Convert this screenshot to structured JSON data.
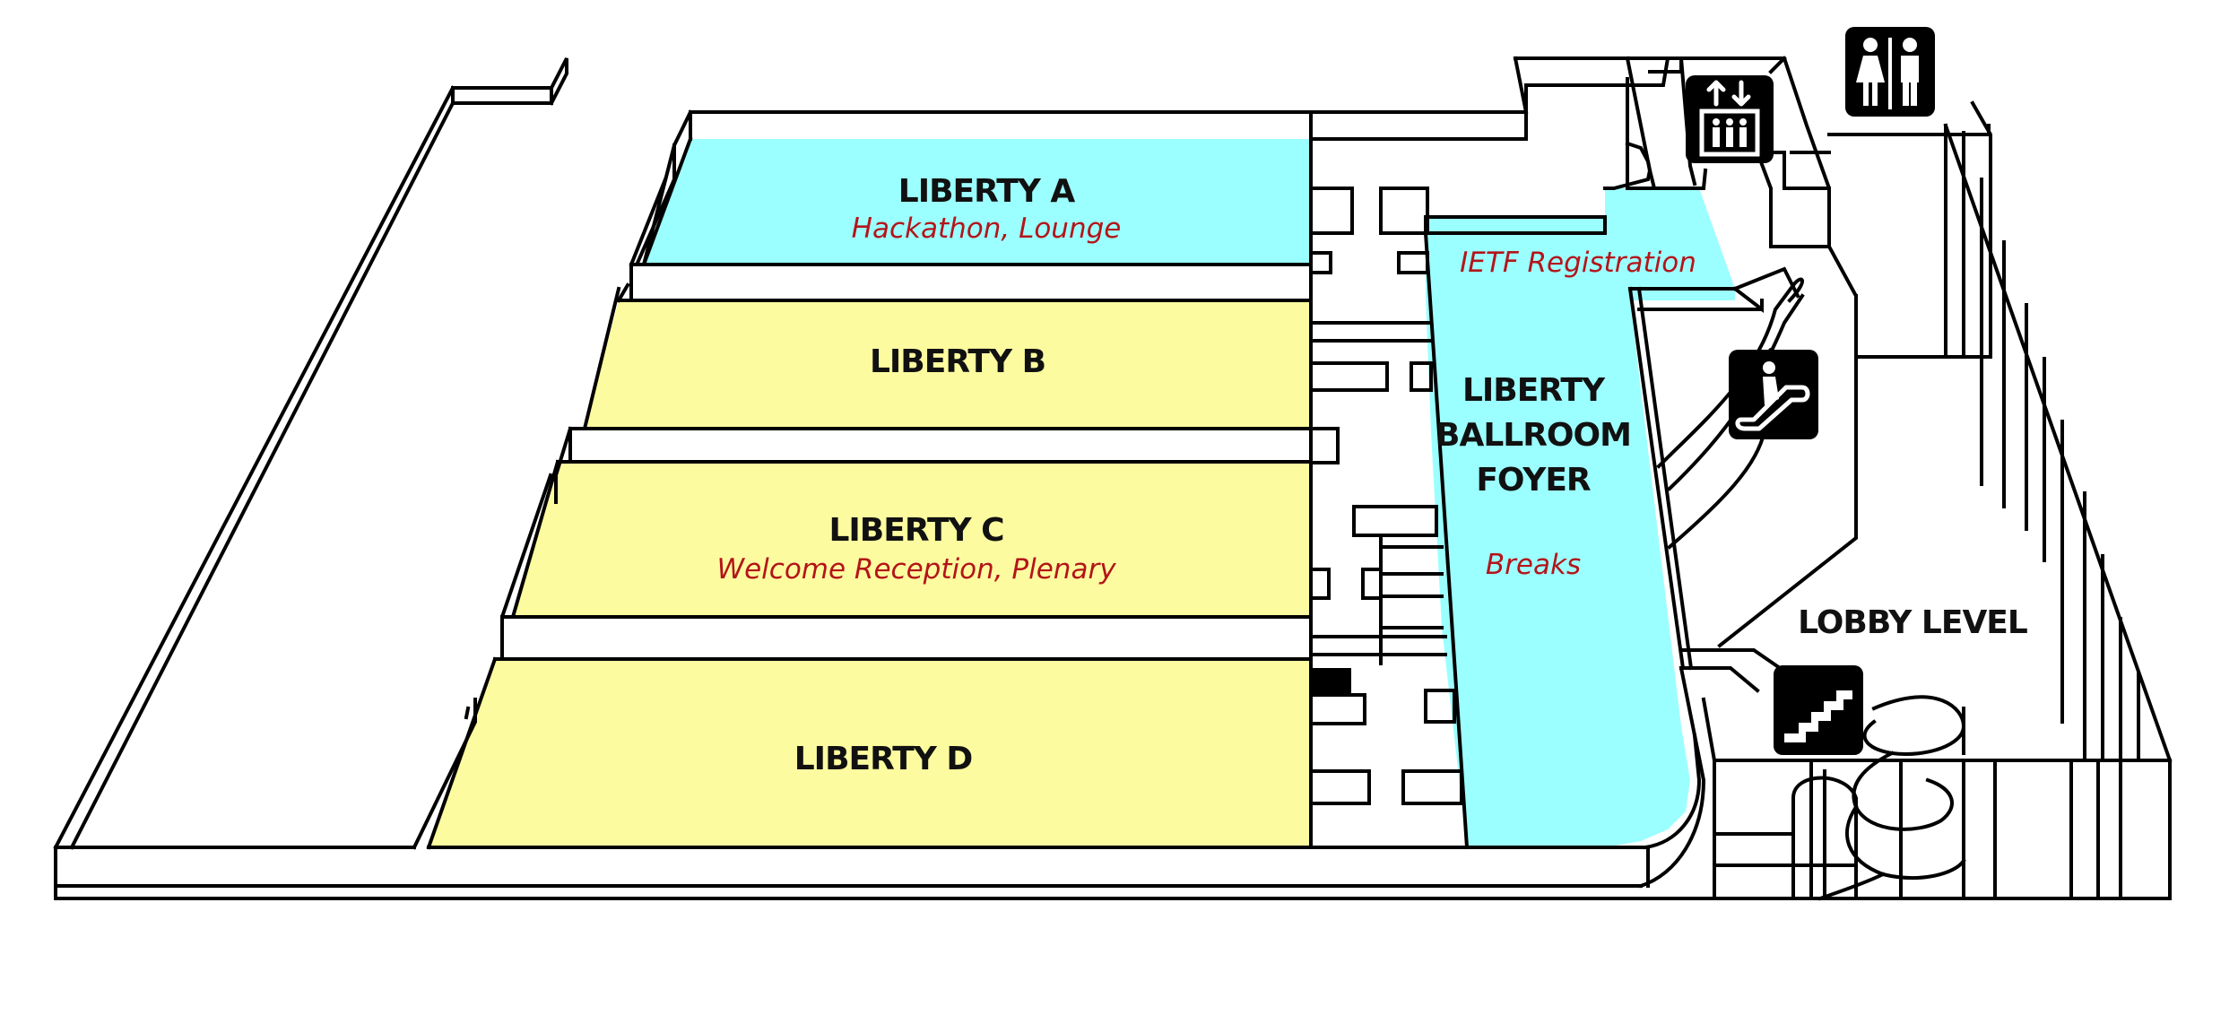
{
  "map": {
    "rooms": [
      {
        "id": "liberty-a",
        "name": "LIBERTY A",
        "note": "Hackathon, Lounge",
        "fill": "#9cffff"
      },
      {
        "id": "liberty-b",
        "name": "LIBERTY B",
        "note": "",
        "fill": "#fdfb9f"
      },
      {
        "id": "liberty-c",
        "name": "LIBERTY C",
        "note": "Welcome Reception, Plenary",
        "fill": "#fdfb9f"
      },
      {
        "id": "liberty-d",
        "name": "LIBERTY D",
        "note": "",
        "fill": "#fdfb9f"
      }
    ],
    "foyer": {
      "name_lines": [
        "LIBERTY",
        "BALLROOM",
        "FOYER"
      ],
      "note": "Breaks",
      "fill": "#9cffff"
    },
    "registration": "IETF Registration",
    "lobby": "LOBBY LEVEL",
    "icons": [
      "restroom-icon",
      "elevator-icon",
      "escalator-icon",
      "stairs-icon"
    ],
    "colors": {
      "note_text": "#b3151a",
      "highlight_cyan": "#9cffff",
      "highlight_yellow": "#fdfb9f",
      "lines": "#000000"
    }
  }
}
